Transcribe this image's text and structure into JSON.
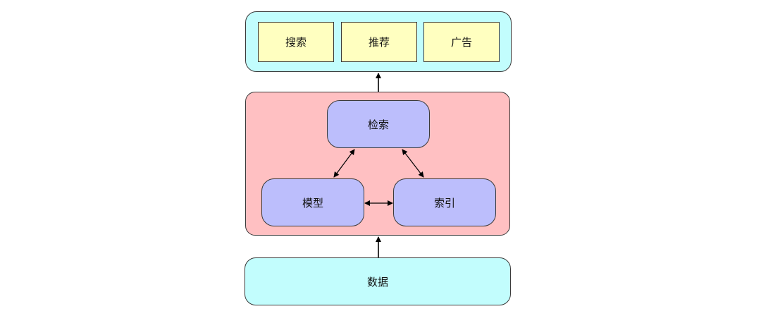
{
  "applications": {
    "items": [
      {
        "label": "搜索"
      },
      {
        "label": "推荐"
      },
      {
        "label": "广告"
      }
    ]
  },
  "core": {
    "retrieval": "检索",
    "model": "模型",
    "index": "索引"
  },
  "data_layer": {
    "label": "数据"
  },
  "colors": {
    "app_group_bg": "#c2fdfd",
    "app_item_bg": "#ffffc0",
    "core_group_bg": "#ffc0c2",
    "core_item_bg": "#bcbefc",
    "data_bg": "#c2fdfd",
    "border": "#3a3a3a"
  }
}
